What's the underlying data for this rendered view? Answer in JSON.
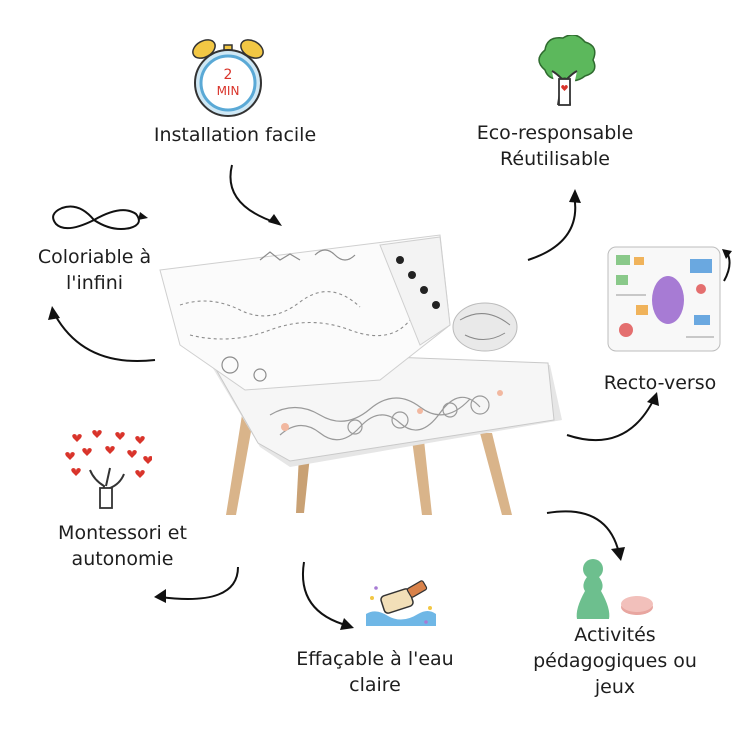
{
  "features": {
    "installation": "Installation facile",
    "eco_line1": "Eco-responsable",
    "eco_line2": "Réutilisable",
    "coloriable_line1": "Coloriable à",
    "coloriable_line2": "l'infini",
    "recto_verso": "Recto-verso",
    "montessori_line1": "Montessori et",
    "montessori_line2": "autonomie",
    "effacable_line1": "Effaçable à l'eau",
    "effacable_line2": "claire",
    "activites_line1": "Activités",
    "activites_line2": "pédagogiques ou",
    "activites_line3": "jeux"
  },
  "clock_icon": {
    "name": "clock-icon",
    "text_top": "2",
    "text_bottom": "MIN"
  },
  "icons": [
    "infinity-icon",
    "tree-heart-icon",
    "activity-mat-icon",
    "hearts-tree-icon",
    "eraser-icon",
    "game-pawn-icon"
  ],
  "colors": {
    "tree_green": "#5cb85c",
    "heart_red": "#d9342b",
    "pawn_green": "#6dbf8e",
    "token_pink": "#e8a6a0",
    "clock_blue": "#5aa9d6",
    "clock_yellow": "#f2c744",
    "wood": "#d9b48a"
  }
}
